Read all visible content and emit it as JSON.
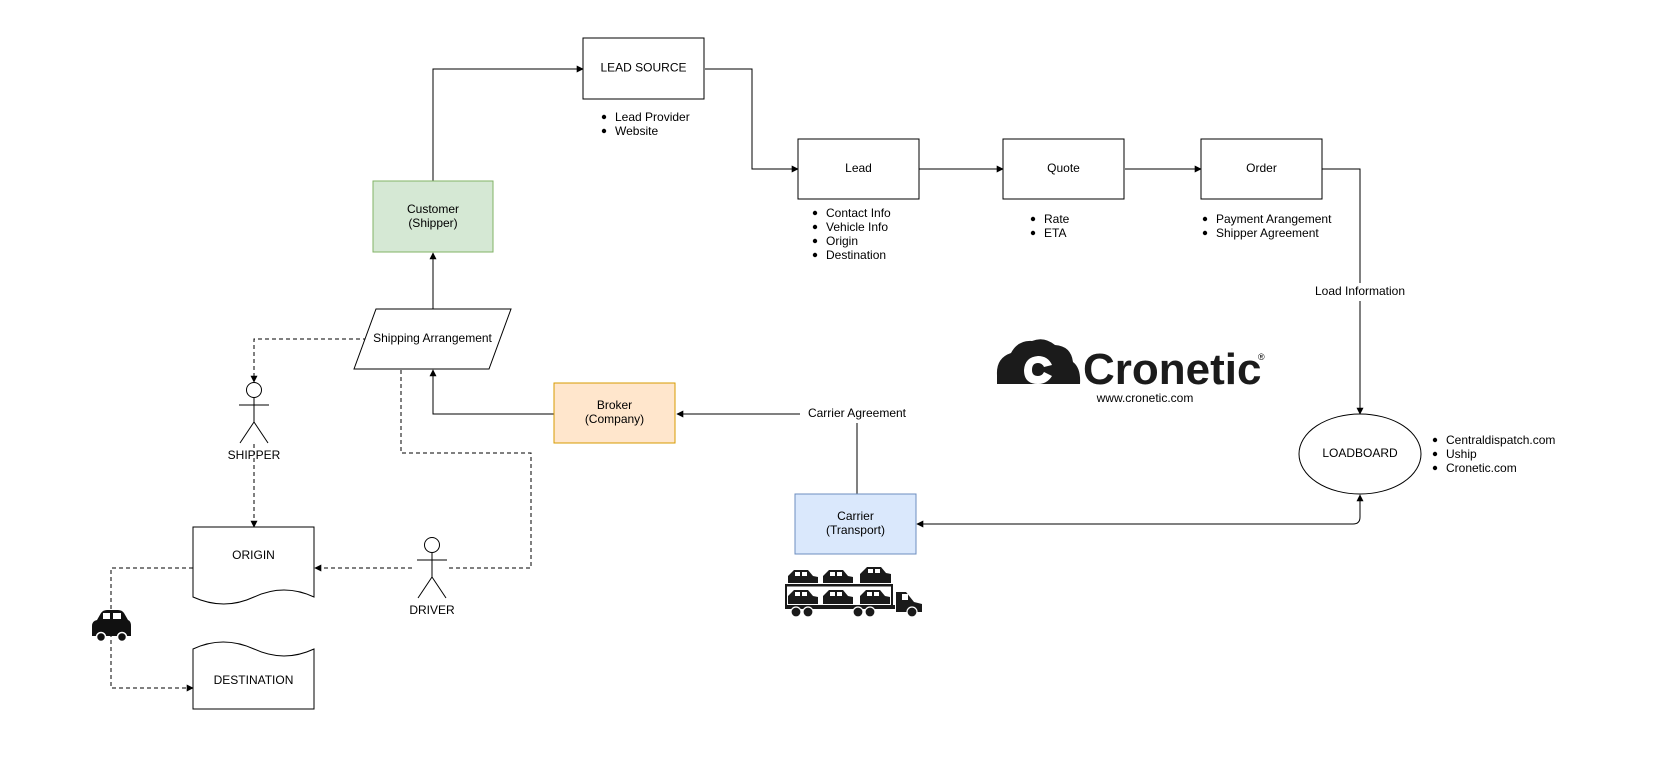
{
  "nodes": {
    "lead_source": {
      "label": "LEAD SOURCE",
      "bullets": [
        "Lead Provider",
        "Website"
      ]
    },
    "lead": {
      "label": "Lead",
      "bullets": [
        "Contact Info",
        "Vehicle Info",
        "Origin",
        "Destination"
      ]
    },
    "quote": {
      "label": "Quote",
      "bullets": [
        "Rate",
        "ETA"
      ]
    },
    "order": {
      "label": "Order",
      "bullets": [
        "Payment Arangement",
        "Shipper Agreement"
      ]
    },
    "customer": {
      "label_line1": "Customer",
      "label_line2": "(Shipper)",
      "fill": "#d5e8d4",
      "stroke": "#82b366"
    },
    "shipping_arrangement": {
      "label": "Shipping Arrangement"
    },
    "broker": {
      "label_line1": "Broker",
      "label_line2": "(Company)",
      "fill": "#ffe6cc",
      "stroke": "#d79b00"
    },
    "carrier": {
      "label_line1": "Carrier",
      "label_line2": "(Transport)",
      "fill": "#dae8fc",
      "stroke": "#6c8ebf"
    },
    "loadboard": {
      "label": "LOADBOARD",
      "bullets": [
        "Centraldispatch.com",
        "Uship",
        "Cronetic.com"
      ]
    },
    "shipper": {
      "label": "SHIPPER"
    },
    "driver": {
      "label": "DRIVER"
    },
    "origin": {
      "label": "ORIGIN"
    },
    "destination": {
      "label": "DESTINATION"
    }
  },
  "edges": {
    "load_information": "Load Information",
    "carrier_agreement": "Carrier Agreement"
  },
  "logo": {
    "wordmark": "Cronetic",
    "registered": "®",
    "url": "www.cronetic.com"
  },
  "icons": [
    "car-icon",
    "car-carrier-truck-icon",
    "cloud-logo-icon",
    "shipper-actor-icon",
    "driver-actor-icon"
  ]
}
